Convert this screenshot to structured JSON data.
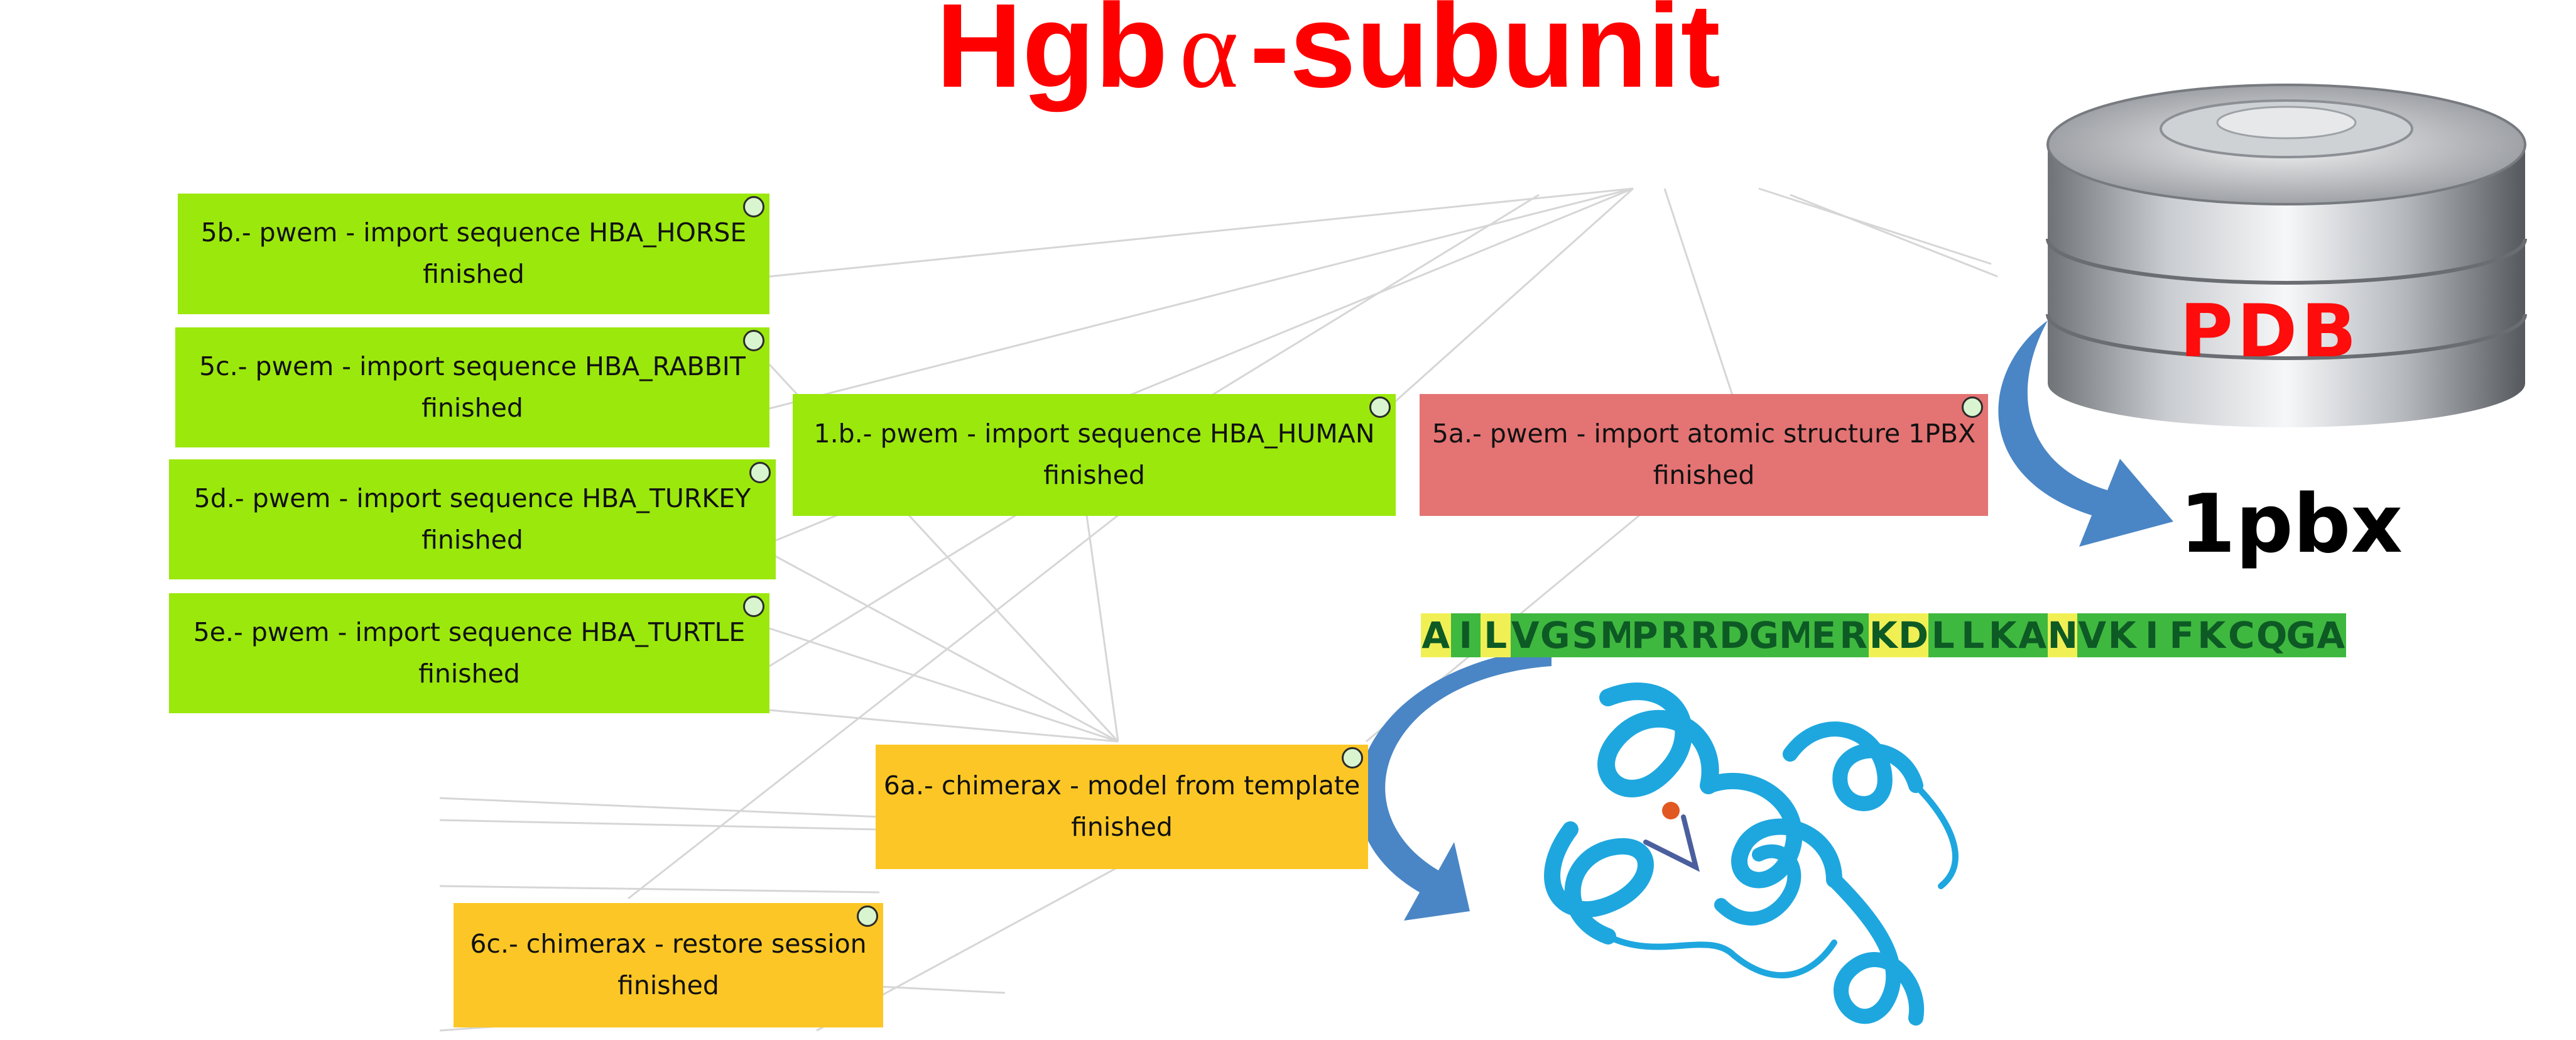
{
  "title": {
    "pre": "Hgb",
    "greek": "α",
    "post": "-subunit"
  },
  "colors": {
    "title": "#ff0000",
    "finished_green": "#9be80d",
    "finished_red": "#e47373",
    "finished_yellow": "#fcc726",
    "arrow": "#4a86c5",
    "protein": "#1ea7df"
  },
  "nodes": [
    {
      "id": "5b",
      "label": "5b.- pwem - import sequence HBA_HORSE",
      "status": "finished",
      "color": "green"
    },
    {
      "id": "5c",
      "label": "5c.- pwem - import sequence HBA_RABBIT",
      "status": "finished",
      "color": "green"
    },
    {
      "id": "5d",
      "label": "5d.- pwem - import sequence HBA_TURKEY",
      "status": "finished",
      "color": "green"
    },
    {
      "id": "5e",
      "label": "5e.- pwem - import sequence HBA_TURTLE",
      "status": "finished",
      "color": "green"
    },
    {
      "id": "1b",
      "label": "1.b.- pwem - import sequence HBA_HUMAN",
      "status": "finished",
      "color": "green"
    },
    {
      "id": "5a",
      "label": "5a.- pwem - import atomic structure 1PBX",
      "status": "finished",
      "color": "red"
    },
    {
      "id": "6a",
      "label": "6a.- chimerax - model from template",
      "status": "finished",
      "color": "yellow"
    },
    {
      "id": "6c",
      "label": "6c.- chimerax - restore session",
      "status": "finished",
      "color": "yellow"
    }
  ],
  "database": {
    "label": "PDB",
    "entry": "1pbx"
  },
  "sequence": {
    "letters": "AILVGSMPRRDGMERKDLLKANVKIFKCQGA",
    "highlight": "YGYGGGGGGGGGGGGYYGGGGYGGGGGGGGG"
  }
}
